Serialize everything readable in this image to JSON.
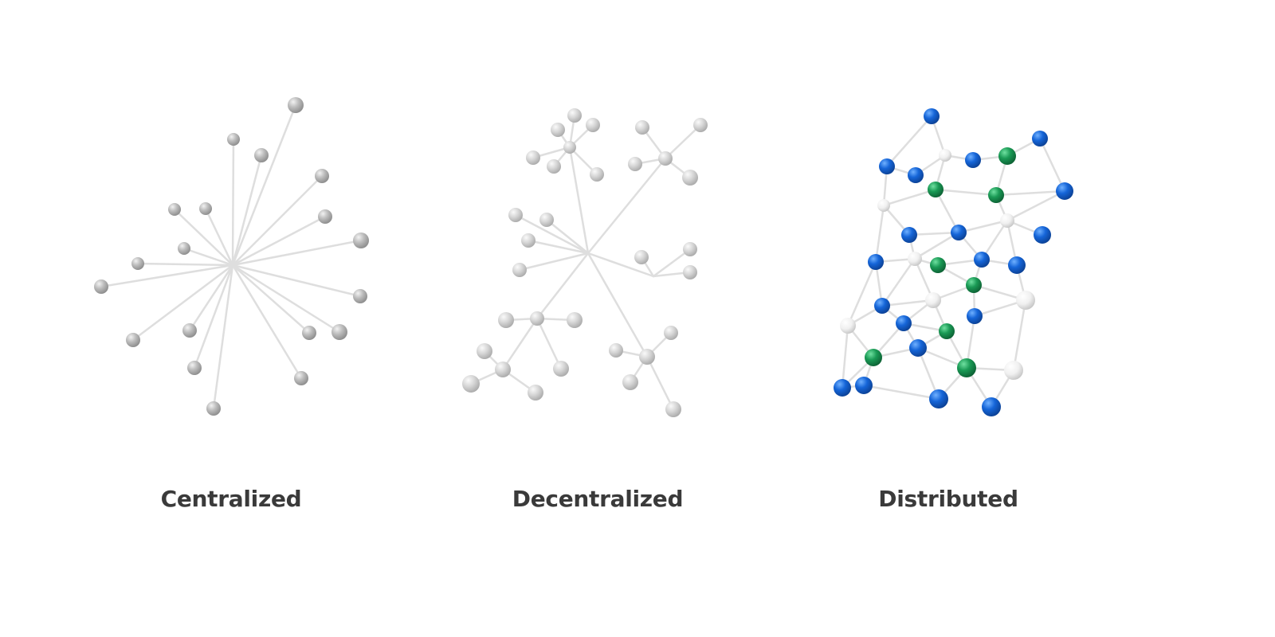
{
  "diagrams": [
    {
      "id": "centralized",
      "label": "Centralized"
    },
    {
      "id": "decentralized",
      "label": "Decentralized"
    },
    {
      "id": "distributed",
      "label": "Distributed"
    }
  ],
  "colors": {
    "edge": "#dedede",
    "node_grey": "#bdbdbd",
    "node_light": "#d2d2d2",
    "node_white": "#f4f4f4",
    "node_blue": "#1565d8",
    "node_green": "#1a9a55",
    "caption": "#3a3a3a"
  }
}
